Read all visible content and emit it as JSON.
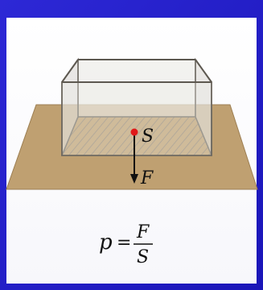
{
  "diagram": {
    "point_label": "S",
    "force_label": "F",
    "formula": {
      "lhs": "p",
      "equals": "=",
      "numerator": "F",
      "denominator": "S"
    }
  },
  "colors": {
    "border": "#1f19c8",
    "panel": "#ffffff",
    "table": "#bfa071",
    "table_edge": "#9c7e52",
    "box_fill": "#e9e7e2",
    "box_edge": "#6f6a62",
    "hatch": "#8b7f6f",
    "point": "#e01919",
    "arrow": "#111111"
  }
}
